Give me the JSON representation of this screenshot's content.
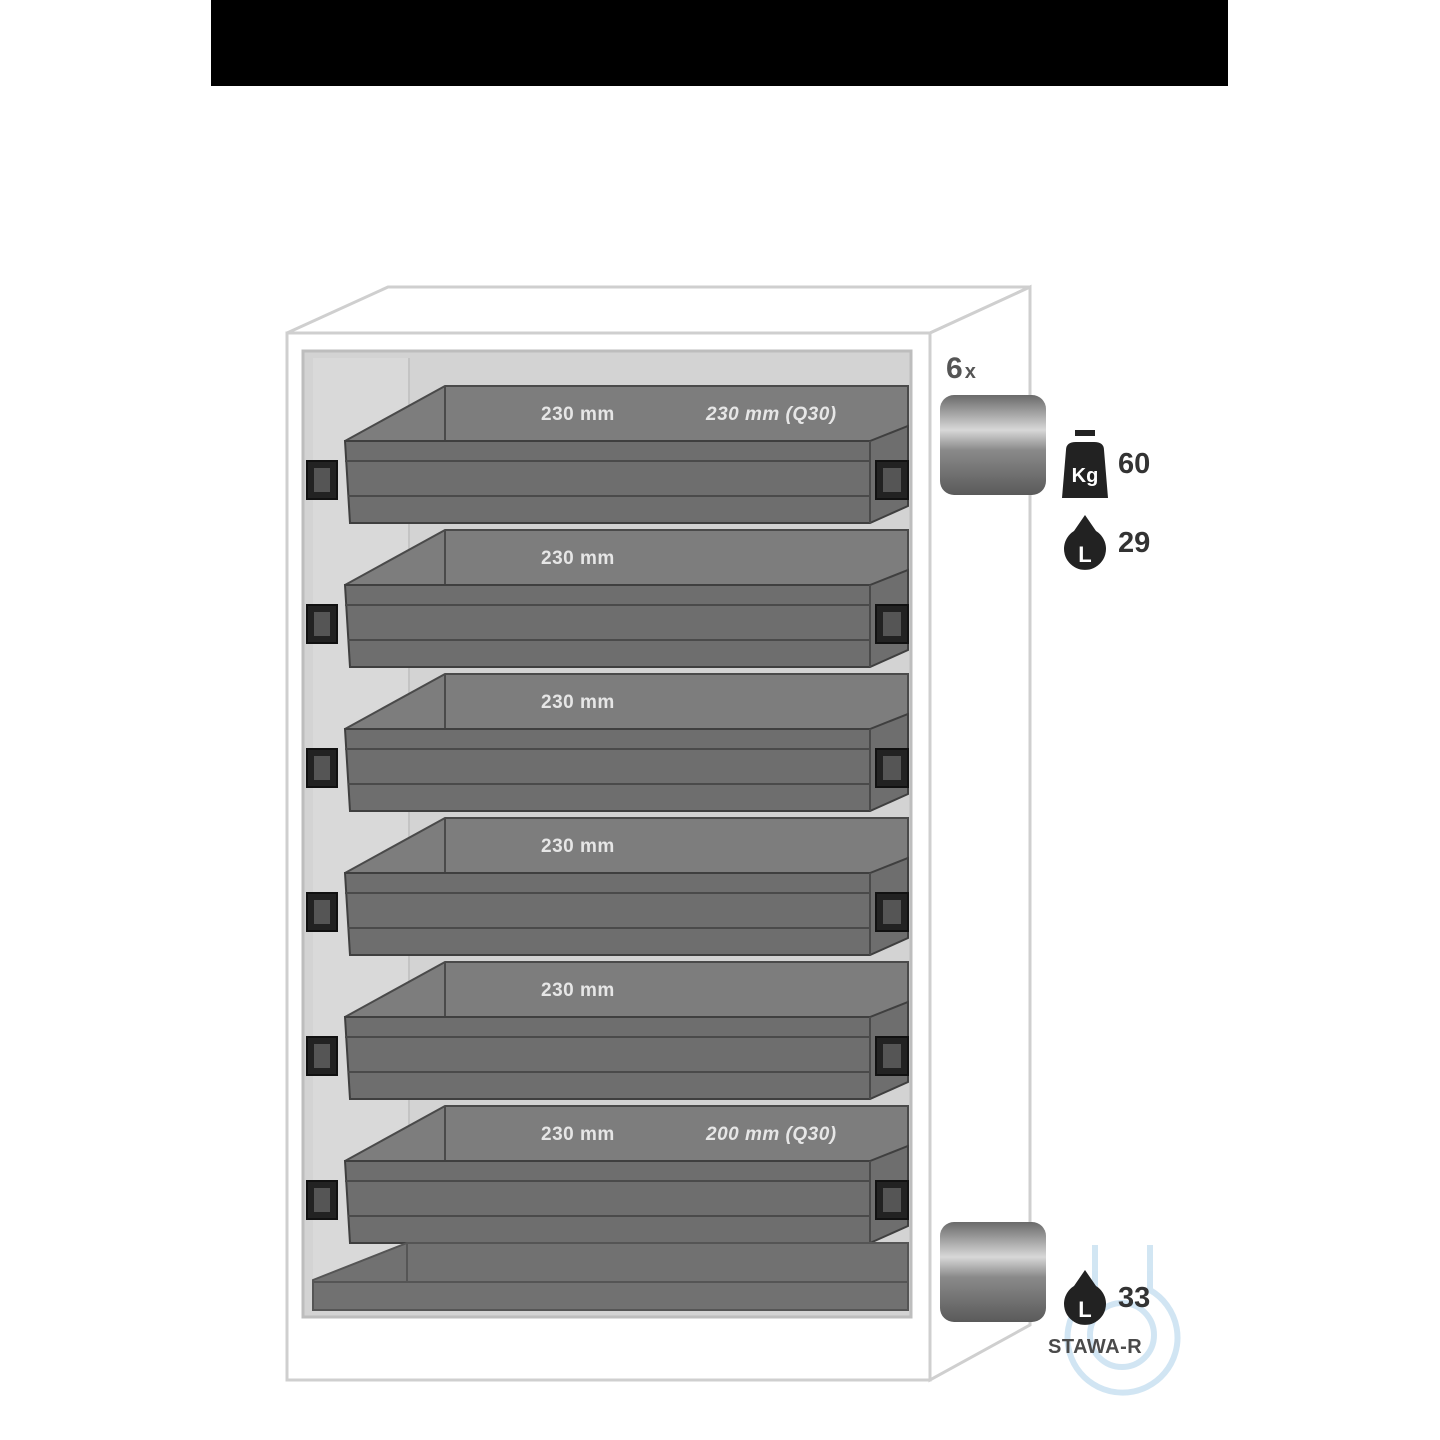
{
  "drawers": [
    {
      "front_label": "230 mm",
      "rear_label": "230 mm (Q30)"
    },
    {
      "front_label": "230 mm",
      "rear_label": ""
    },
    {
      "front_label": "230 mm",
      "rear_label": ""
    },
    {
      "front_label": "230 mm",
      "rear_label": ""
    },
    {
      "front_label": "230 mm",
      "rear_label": ""
    },
    {
      "front_label": "230 mm",
      "rear_label": "200 mm (Q30)"
    }
  ],
  "quantity": {
    "number": "6",
    "symbol": "x"
  },
  "specs": {
    "load": {
      "icon": "weight-kg-icon",
      "icon_text": "Kg",
      "value": "60"
    },
    "volume_per_drawer": {
      "icon": "liquid-drop-icon",
      "icon_text": "L",
      "value": "29"
    },
    "sump_volume": {
      "icon": "liquid-drop-icon",
      "icon_text": "L",
      "value": "33"
    }
  },
  "sump_label": "STAWA-R",
  "colors": {
    "drawer": "#6e6e6e",
    "drawer_top": "#7d7d7d",
    "interior": "#d0d0d0",
    "cabinet": "#ffffff",
    "outline": "#cfcfcf",
    "watermark": "#cde3f2"
  }
}
